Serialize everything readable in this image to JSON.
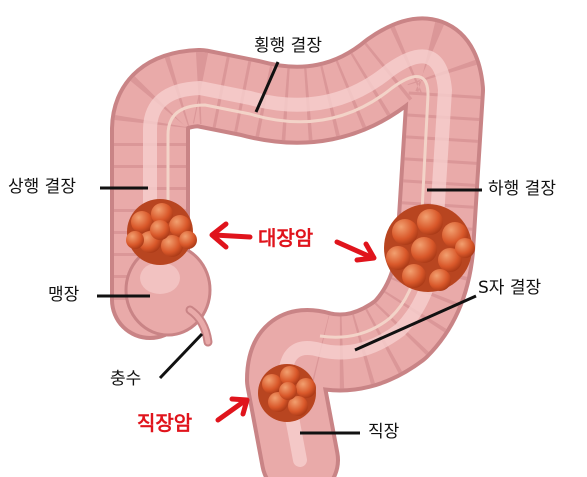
{
  "labels": {
    "transverse_colon": "횡행 결장",
    "ascending_colon": "상행 결장",
    "descending_colon": "하행 결장",
    "cecum": "맹장",
    "appendix": "충수",
    "sigmoid_colon": "S자 결장",
    "rectum": "직장",
    "colon_cancer": "대장암",
    "rectal_cancer": "직장암"
  },
  "colors": {
    "colon": "#e9aaa9",
    "colon_dark": "#c98486",
    "tumor": "#d9582a",
    "highlight_text": "#e0141c"
  },
  "icons": [
    "arrow-icon"
  ]
}
